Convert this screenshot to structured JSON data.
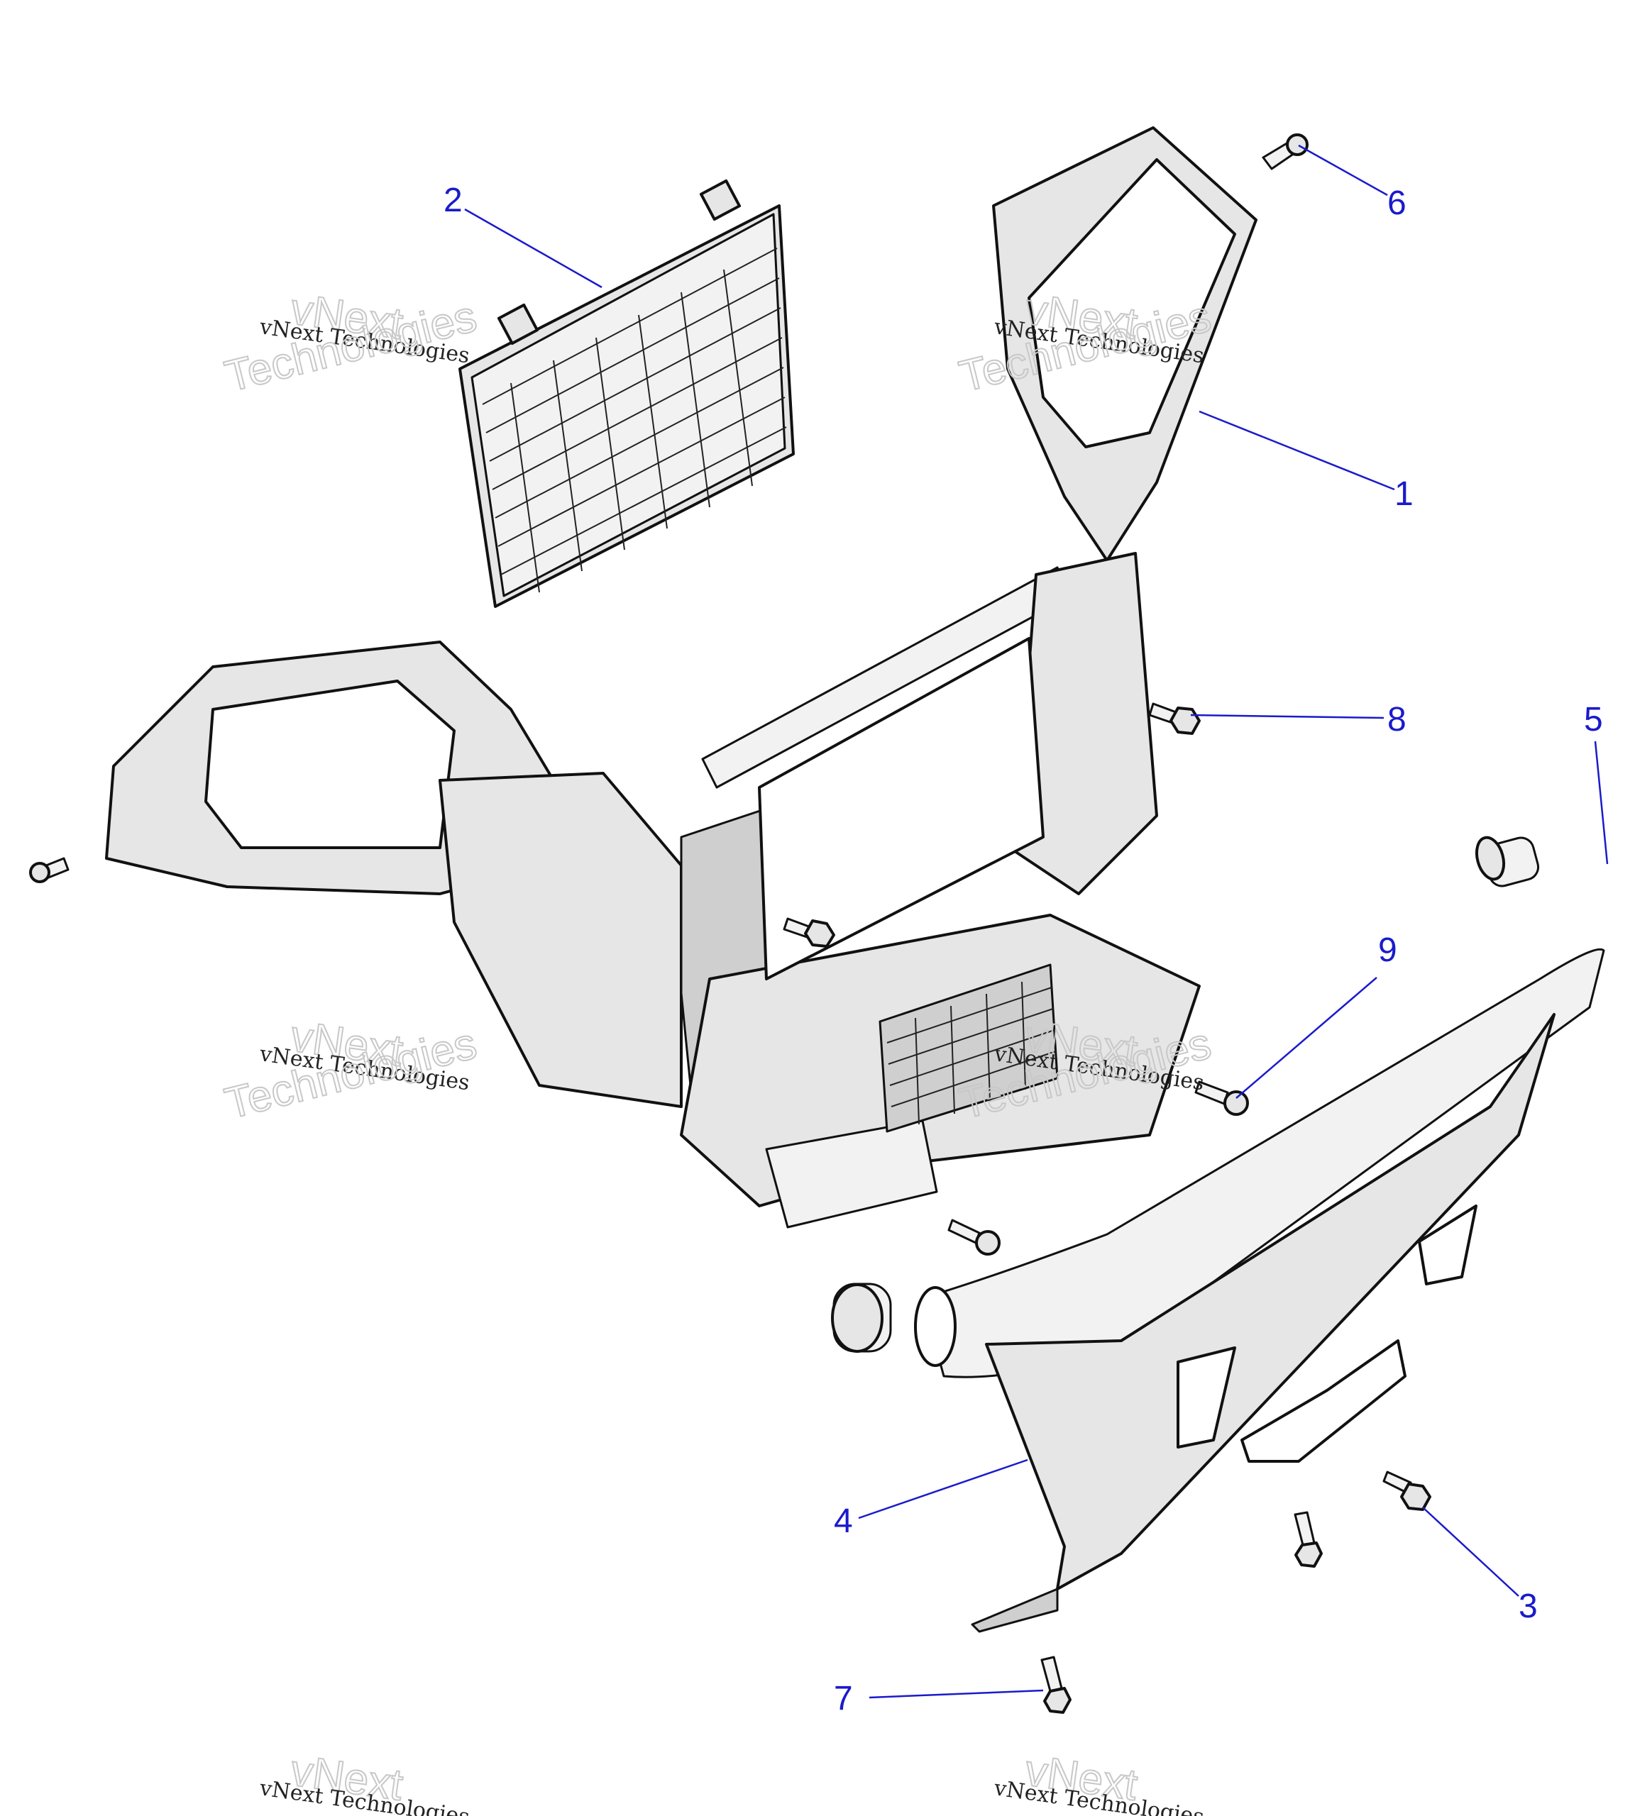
{
  "callouts": [
    {
      "id": "1",
      "label": "1"
    },
    {
      "id": "2",
      "label": "2"
    },
    {
      "id": "3",
      "label": "3"
    },
    {
      "id": "4",
      "label": "4"
    },
    {
      "id": "5",
      "label": "5"
    },
    {
      "id": "6",
      "label": "6"
    },
    {
      "id": "7",
      "label": "7"
    },
    {
      "id": "8",
      "label": "8"
    },
    {
      "id": "9",
      "label": "9"
    }
  ],
  "watermark": {
    "line1": "vNext Technologies",
    "brand_top": "vNext",
    "brand_bottom": "Technologies"
  },
  "colors": {
    "callout": "#1a1acc",
    "part_fill": "#e6e6e6",
    "outline": "#111111"
  }
}
